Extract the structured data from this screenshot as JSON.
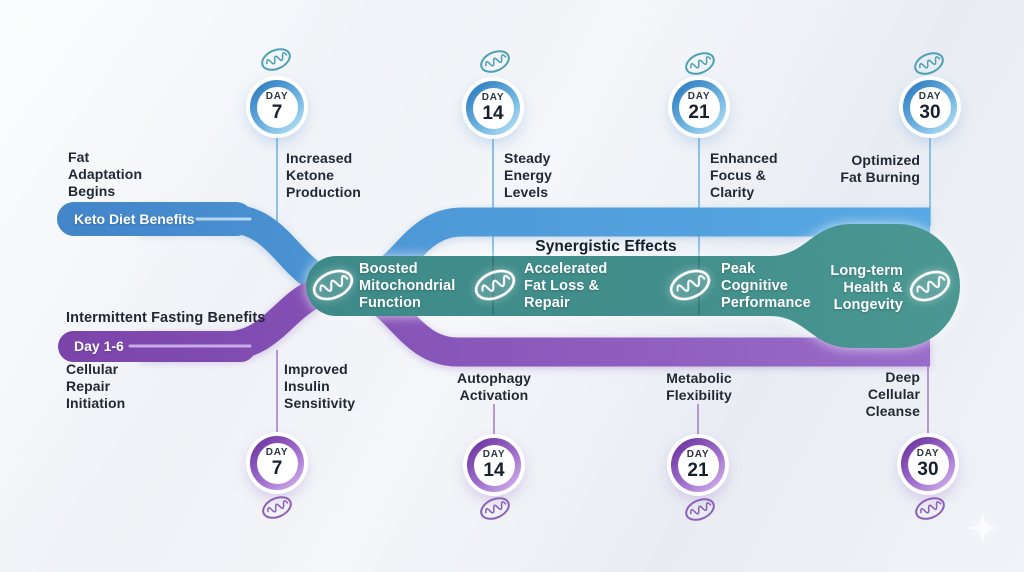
{
  "colors": {
    "keto_blue": "#4b90d2",
    "fasting_purple": "#8a55b6",
    "synergy_teal": "#43908c",
    "background": "#eef1f6"
  },
  "keto_track": {
    "start_label": "Fat\nAdaptation\nBegins",
    "ribbon_label": "Keto Diet Benefits"
  },
  "fasting_track": {
    "heading": "Intermittent Fasting Benefits",
    "ribbon_label": "Day 1-6",
    "start_label": "Cellular\nRepair\nInitiation"
  },
  "synergy": {
    "heading": "Synergistic Effects",
    "stages": [
      {
        "label": "Boosted\nMitochondrial\nFunction"
      },
      {
        "label": "Accelerated\nFat Loss &\nRepair"
      },
      {
        "label": "Peak\nCognitive\nPerformance"
      },
      {
        "label": "Long-term\nHealth &\nLongevity"
      }
    ]
  },
  "top_markers": [
    {
      "day_word": "DAY",
      "day_number": "7",
      "label": "Increased\nKetone\nProduction"
    },
    {
      "day_word": "DAY",
      "day_number": "14",
      "label": "Steady\nEnergy\nLevels"
    },
    {
      "day_word": "DAY",
      "day_number": "21",
      "label": "Enhanced\nFocus &\nClarity"
    },
    {
      "day_word": "DAY",
      "day_number": "30",
      "label": "Optimized\nFat Burning"
    }
  ],
  "bottom_markers": [
    {
      "day_word": "DAY",
      "day_number": "7",
      "label": "Improved\nInsulin\nSensitivity"
    },
    {
      "day_word": "DAY",
      "day_number": "14",
      "label": "Autophagy\nActivation"
    },
    {
      "day_word": "DAY",
      "day_number": "21",
      "label": "Metabolic\nFlexibility"
    },
    {
      "day_word": "DAY",
      "day_number": "30",
      "label": "Deep\nCellular\nCleanse"
    }
  ]
}
